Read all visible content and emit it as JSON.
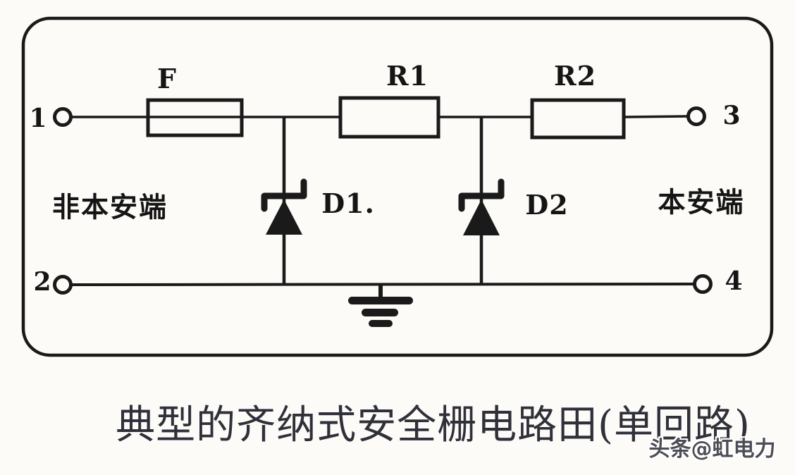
{
  "colors": {
    "background": "#fcfbf8",
    "line": "#1a1a1a",
    "caption_text": "#30303a",
    "watermark_text": "#4d4d55"
  },
  "circuit": {
    "terminal_1": "1",
    "terminal_2": "2",
    "terminal_3": "3",
    "terminal_4": "4",
    "fuse_label": "F",
    "resistor_1_label": "R1",
    "resistor_2_label": "R2",
    "diode_1_label": "D1.",
    "diode_2_label": "D2",
    "left_side_label": "非本安端",
    "right_side_label": "本安端"
  },
  "caption": "典型的齐纳式安全栅电路田(单回路)",
  "watermark": "头条@虹电力"
}
